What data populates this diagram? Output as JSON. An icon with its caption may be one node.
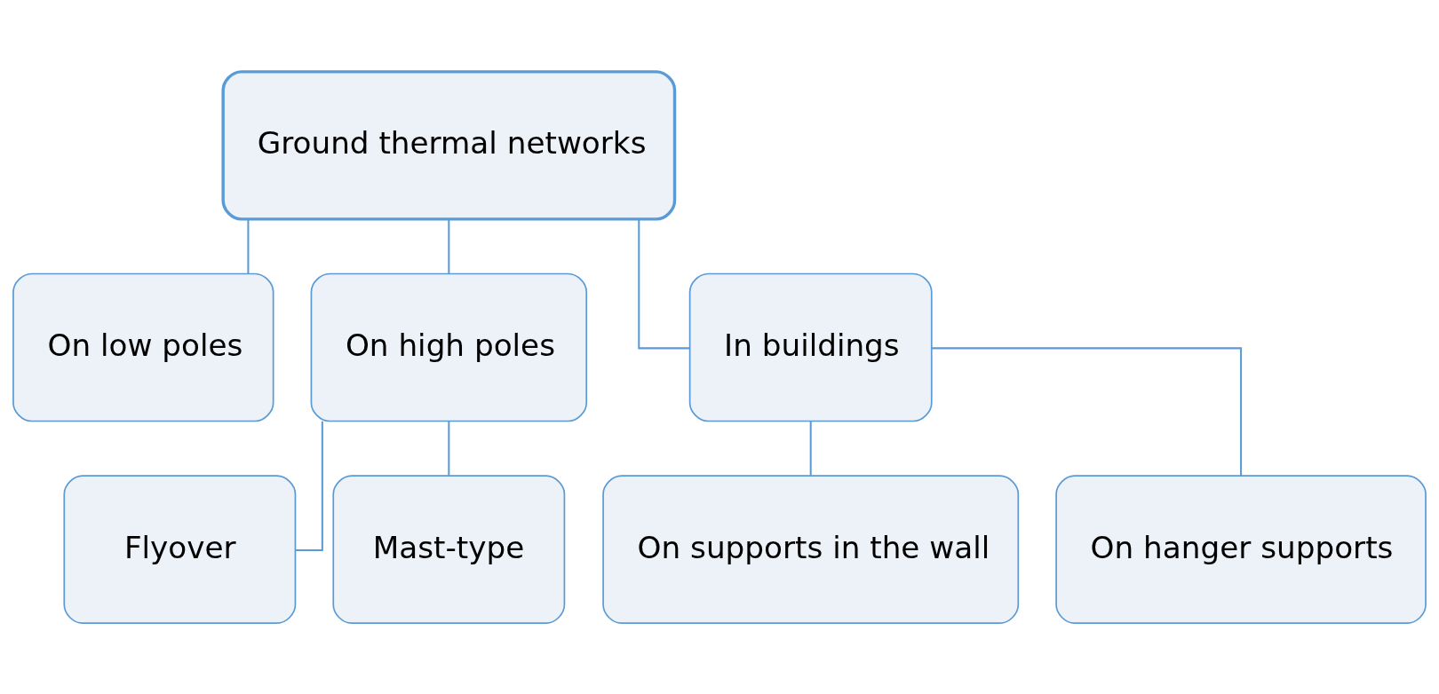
{
  "diagram": {
    "nodes": [
      {
        "text": [
          "Ground thermal networks"
        ]
      },
      {
        "text": [
          "On low poles"
        ]
      },
      {
        "text": [
          "On high poles"
        ]
      },
      {
        "text": [
          "In buildings"
        ]
      },
      {
        "text": [
          "Flyover"
        ]
      },
      {
        "text": [
          "Mast-type"
        ]
      },
      {
        "text": [
          "On supports in the wall"
        ]
      },
      {
        "text": [
          "On hanger supports"
        ]
      }
    ],
    "edges": [
      {
        "from": 0,
        "to": 1,
        "arrow": "none"
      },
      {
        "from": 0,
        "to": 2,
        "arrow": "none"
      },
      {
        "from": 0,
        "to": 3,
        "arrow": "none"
      },
      {
        "from": 2,
        "to": 4,
        "arrow": "none"
      },
      {
        "from": 2,
        "to": 5,
        "arrow": "none"
      },
      {
        "from": 3,
        "to": 6,
        "arrow": "none"
      },
      {
        "from": 3,
        "to": 7,
        "arrow": "none"
      }
    ]
  }
}
